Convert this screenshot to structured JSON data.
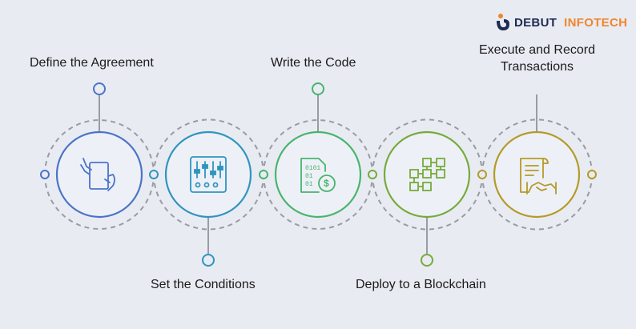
{
  "brand": {
    "name_part1": "DEBUT",
    "name_part2": "INFOTECH",
    "dark_color": "#1f2a4f",
    "accent_color": "#f0862c"
  },
  "steps": [
    {
      "label": "Define the Agreement",
      "color": "#4a74c9",
      "icon": "hand-holding-tablet-icon",
      "label_position": "top"
    },
    {
      "label": "Set the Conditions",
      "color": "#2e95bf",
      "icon": "sliders-control-panel-icon",
      "label_position": "bottom"
    },
    {
      "label": "Write the Code",
      "color": "#47b56c",
      "icon": "code-document-dollar-icon",
      "label_position": "top"
    },
    {
      "label": "Deploy to a Blockchain",
      "color": "#76ab3b",
      "icon": "blockchain-blocks-icon",
      "label_position": "bottom"
    },
    {
      "label": "Execute and Record Transactions",
      "color": "#b39b27",
      "icon": "contract-handshake-icon",
      "label_position": "top"
    }
  ],
  "connector_color": "#9a9ca3"
}
